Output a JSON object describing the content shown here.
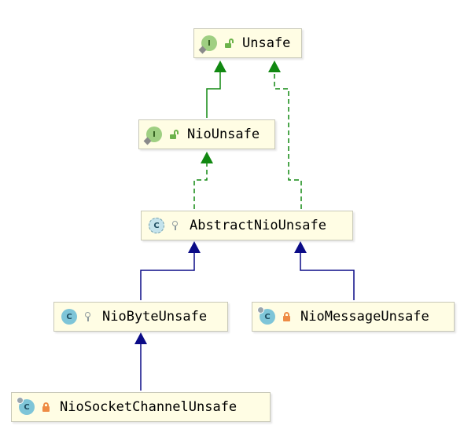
{
  "diagram": {
    "nodes": [
      {
        "id": "unsafe",
        "label": "Unsafe",
        "kind": "interface",
        "kind_letter": "I",
        "visibility": "public"
      },
      {
        "id": "nio-unsafe",
        "label": "NioUnsafe",
        "kind": "interface",
        "kind_letter": "I",
        "visibility": "public"
      },
      {
        "id": "abstract-nio-unsafe",
        "label": "AbstractNioUnsafe",
        "kind": "abstract-class",
        "kind_letter": "C",
        "visibility": "package-private"
      },
      {
        "id": "nio-byte-unsafe",
        "label": "NioByteUnsafe",
        "kind": "class",
        "kind_letter": "C",
        "visibility": "package-private"
      },
      {
        "id": "nio-message-unsafe",
        "label": "NioMessageUnsafe",
        "kind": "class",
        "kind_letter": "C",
        "visibility": "private"
      },
      {
        "id": "nio-socket-channel-unsafe",
        "label": "NioSocketChannelUnsafe",
        "kind": "class",
        "kind_letter": "C",
        "visibility": "private"
      }
    ],
    "edges": [
      {
        "from": "nio-unsafe",
        "to": "unsafe",
        "relation": "extends-interface"
      },
      {
        "from": "abstract-nio-unsafe",
        "to": "nio-unsafe",
        "relation": "implements"
      },
      {
        "from": "abstract-nio-unsafe",
        "to": "unsafe",
        "relation": "implements"
      },
      {
        "from": "nio-byte-unsafe",
        "to": "abstract-nio-unsafe",
        "relation": "extends"
      },
      {
        "from": "nio-message-unsafe",
        "to": "abstract-nio-unsafe",
        "relation": "extends"
      },
      {
        "from": "nio-socket-channel-unsafe",
        "to": "nio-byte-unsafe",
        "relation": "extends"
      }
    ],
    "colors": {
      "interface_edge": "#118811",
      "class_edge": "#0b0b87",
      "node_fill": "#fffde4",
      "node_border": "#c8c8b8"
    }
  }
}
